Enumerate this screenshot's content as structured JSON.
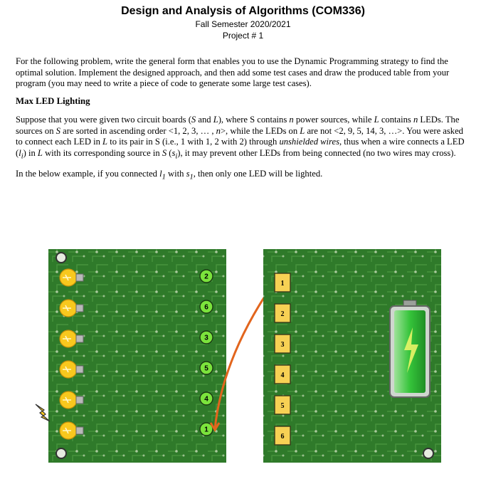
{
  "header": {
    "title": "Design and Analysis of Algorithms (COM336)",
    "semester": "Fall Semester 2020/2021",
    "project": "Project # 1"
  },
  "intro": "For the following problem, write the general form that enables you to use the Dynamic Programming strategy to find the optimal solution. Implement the designed approach, and then add some test cases and draw the produced table from your program (you may need to write a piece of code to generate some large test cases).",
  "section_title": "Max LED Lighting",
  "problem": {
    "p1": "Suppose that you were given two circuit boards (",
    "S": "S",
    "p2": " and ",
    "L": "L",
    "p3": "), where S contains ",
    "n": "n",
    "p4": " power sources, while ",
    "p5": " contains ",
    "p6": " LEDs. The sources on ",
    "p7": " are sorted in ascending order <1, 2, 3, … , ",
    "p8": ">, while the LEDs on ",
    "p9": " are not <2, 9, 5, 14, 3, …>. You were asked to connect each LED in ",
    "p10": " to its pair in S (i.e., 1 with 1, 2 with 2) through ",
    "unshielded": "unshielded wires",
    "p11": ", thus when a wire connects a LED (",
    "li": "l",
    "i": "i",
    "p12": ") in ",
    "p13": " with its corresponding source in ",
    "p14": " (",
    "si": "s",
    "p15": "), it may prevent other LEDs from being connected (no two wires may cross)."
  },
  "example": {
    "p1": "In the below example, if you connected ",
    "l": "l",
    "sub1": "1",
    "p2": " with ",
    "s": "s",
    "p3": ", then only one LED will be lighted."
  },
  "figure": {
    "left_board_labels": [
      "2",
      "6",
      "3",
      "5",
      "4",
      "1"
    ],
    "right_board_labels": [
      "1",
      "2",
      "3",
      "4",
      "5",
      "6"
    ],
    "colors": {
      "board": "#2f7a2a",
      "board_dark": "#1d5a1c",
      "led_label": "#7be33c",
      "source_label": "#f7d154",
      "wire": "#e2651d",
      "bulb": "#f8c81e",
      "battery": "#35c43a"
    }
  }
}
